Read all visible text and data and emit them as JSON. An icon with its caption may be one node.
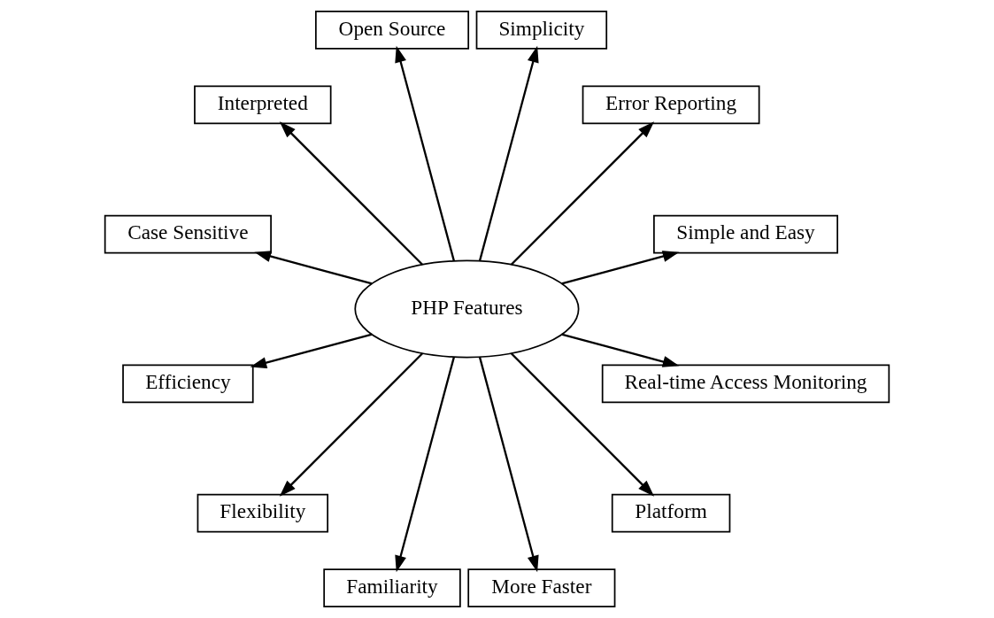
{
  "diagram": {
    "nodes": [
      {
        "text": [
          "PHP Features"
        ]
      },
      {
        "text": [
          "Simple and Easy"
        ]
      },
      {
        "text": [
          "Error Reporting"
        ]
      },
      {
        "text": [
          "Simplicity"
        ]
      },
      {
        "text": [
          "Open Source"
        ]
      },
      {
        "text": [
          "Interpreted"
        ]
      },
      {
        "text": [
          "Case Sensitive"
        ]
      },
      {
        "text": [
          "Efficiency"
        ]
      },
      {
        "text": [
          "Flexibility"
        ]
      },
      {
        "text": [
          "Familiarity"
        ]
      },
      {
        "text": [
          "More Faster"
        ]
      },
      {
        "text": [
          "Platform"
        ]
      },
      {
        "text": [
          "Real-time Access Monitoring"
        ]
      }
    ],
    "edges": [
      {
        "from": 0,
        "to": 1,
        "arrow": "to"
      },
      {
        "from": 0,
        "to": 3,
        "arrow": "to"
      },
      {
        "from": 0,
        "to": 5,
        "arrow": "to"
      },
      {
        "from": 0,
        "to": 7,
        "arrow": "to"
      },
      {
        "from": 0,
        "to": 9,
        "arrow": "to"
      },
      {
        "from": 0,
        "to": 11,
        "arrow": "to"
      },
      {
        "from": 0,
        "to": 12,
        "arrow": "to"
      },
      {
        "from": 0,
        "to": 10,
        "arrow": "to"
      },
      {
        "from": 0,
        "to": 8,
        "arrow": "to"
      },
      {
        "from": 0,
        "to": 6,
        "arrow": "to"
      },
      {
        "from": 0,
        "to": 4,
        "arrow": "to"
      },
      {
        "from": 0,
        "to": 2,
        "arrow": "to"
      }
    ]
  }
}
